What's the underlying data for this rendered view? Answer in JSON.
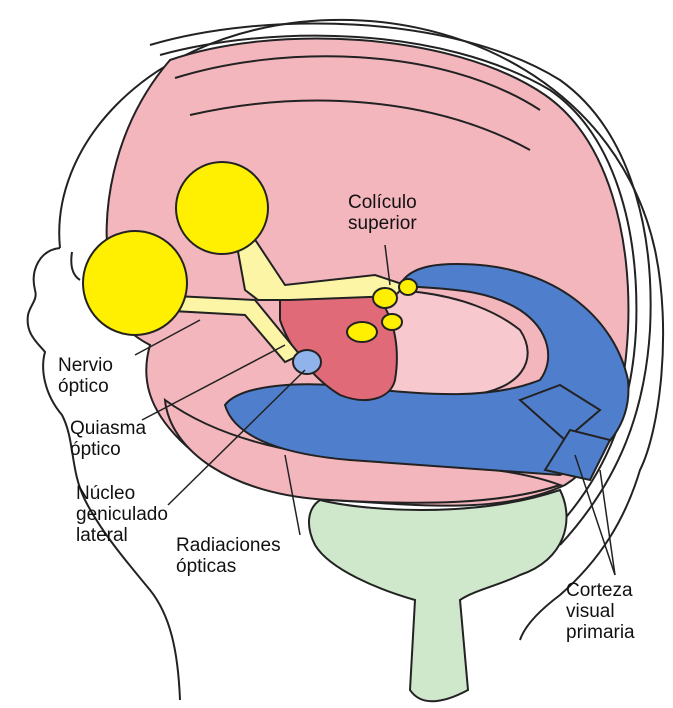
{
  "labels": {
    "coliculo_superior": [
      "Colículo",
      "superior"
    ],
    "nervio_optico": [
      "Nervio",
      "óptico"
    ],
    "quiasma_optico": [
      "Quiasma",
      "óptico"
    ],
    "nucleo_geniculado_lateral": [
      "Núcleo",
      "geniculado",
      "lateral"
    ],
    "radiaciones_opticas": [
      "Radiaciones",
      "ópticas"
    ],
    "corteza_visual_primaria": [
      "Corteza",
      "visual",
      "primaria"
    ]
  },
  "colors": {
    "cortex": "#f3b6bd",
    "cortex_outline": "#222222",
    "eye": "#ffef00",
    "optic_nerve": "#fdf5a6",
    "visual_pathway": "#4f7fcc",
    "thalamus": "#e06a78",
    "cerebellum_brainstem": "#cfe8cc",
    "skin_outline": "#222222"
  }
}
